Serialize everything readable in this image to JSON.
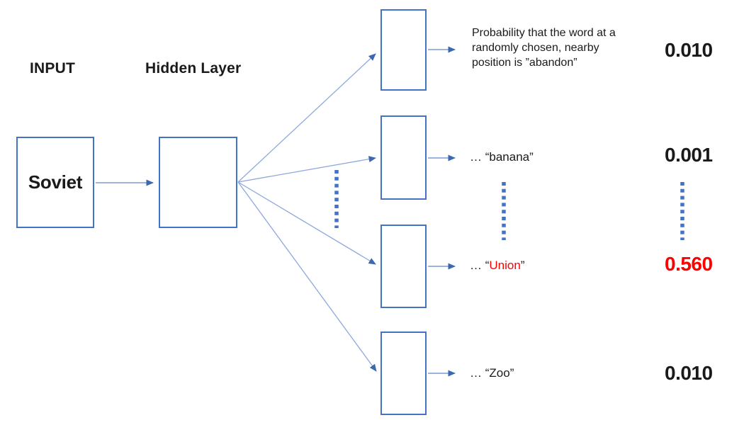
{
  "labels": {
    "input": "INPUT",
    "hidden": "Hidden Layer"
  },
  "input_box": {
    "word": "Soviet"
  },
  "colors": {
    "box_border": "#4472C4",
    "arrow_line": "#7E9CD6",
    "arrow_head": "#3C67B1",
    "dotted_line": "#4472C4",
    "text": "#1a1a1a",
    "highlight": "#FF0000"
  },
  "outputs": [
    {
      "description": "Probability that the word at  a\nrandomly chosen, nearby\nposition is ”abandon”",
      "value": "0.010",
      "value_color": "#1a1a1a"
    },
    {
      "prefix": "… “",
      "word": "banana",
      "suffix": "”",
      "word_color": "#1a1a1a",
      "value": "0.001",
      "value_color": "#1a1a1a"
    },
    {
      "prefix": "… “",
      "word": "Union",
      "suffix": "”",
      "word_color": "#FF0000",
      "value": "0.560",
      "value_color": "#FF0000"
    },
    {
      "prefix": "… “",
      "word": "Zoo",
      "suffix": "”",
      "word_color": "#1a1a1a",
      "value": "0.010",
      "value_color": "#1a1a1a"
    }
  ]
}
